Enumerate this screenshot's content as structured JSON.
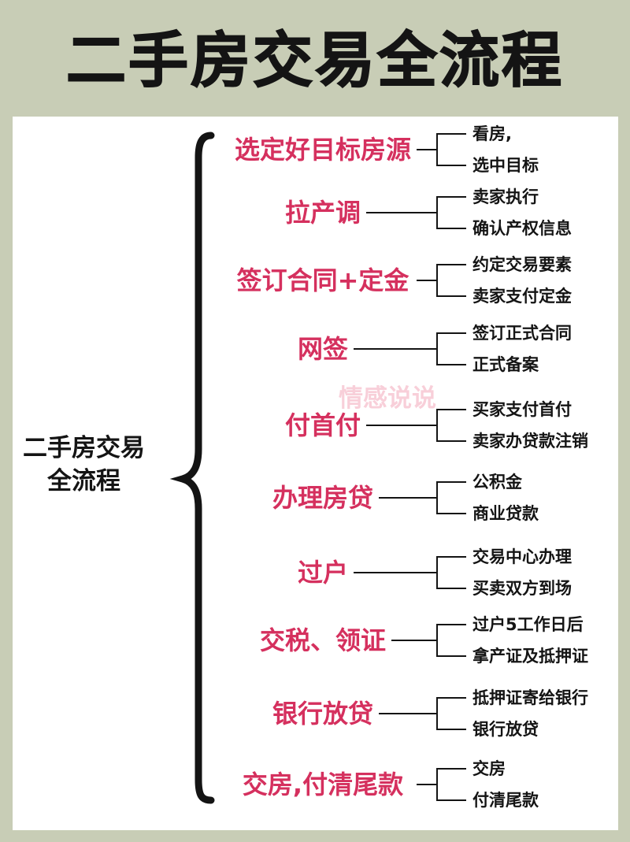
{
  "title": "二手房交易全流程",
  "center_label": {
    "line1": "二手房交易",
    "line2": "全流程"
  },
  "watermark": "情感说说",
  "colors": {
    "background": "#c8cdb6",
    "panel": "#ffffff",
    "step_text": "#d5305e",
    "text": "#141414",
    "lines": "#141414"
  },
  "steps": [
    {
      "label": "选定好目标房源",
      "subs": [
        "看房,",
        "选中目标"
      ]
    },
    {
      "label": "拉产调",
      "subs": [
        "卖家执行",
        "确认产权信息"
      ]
    },
    {
      "label": "签订合同+定金",
      "subs": [
        "约定交易要素",
        "卖家支付定金"
      ]
    },
    {
      "label": "网签",
      "subs": [
        "签订正式合同",
        "正式备案"
      ]
    },
    {
      "label": "付首付",
      "subs": [
        "买家支付首付",
        "卖家办贷款注销"
      ]
    },
    {
      "label": "办理房贷",
      "subs": [
        "公积金",
        "商业贷款"
      ]
    },
    {
      "label": "过户",
      "subs": [
        "交易中心办理",
        "买卖双方到场"
      ]
    },
    {
      "label": "交税、领证",
      "subs": [
        "过户5工作日后",
        "拿产证及抵押证"
      ]
    },
    {
      "label": "银行放贷",
      "subs": [
        "抵押证寄给银行",
        "银行放贷"
      ]
    },
    {
      "label": "交房,付清尾款",
      "subs": [
        "交房",
        "付清尾款"
      ]
    }
  ]
}
